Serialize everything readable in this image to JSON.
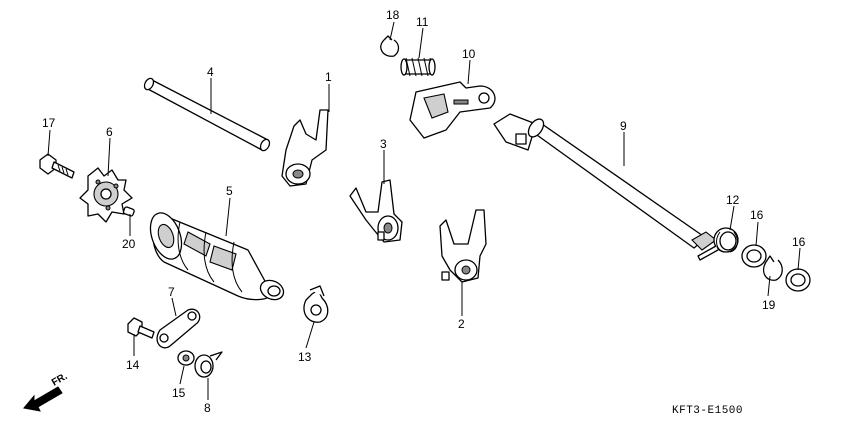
{
  "diagram_code": "KFT3-E1500",
  "direction_label": "FR.",
  "callouts": {
    "c1": "1",
    "c2": "2",
    "c3": "3",
    "c4": "4",
    "c5": "5",
    "c6": "6",
    "c7": "7",
    "c8": "8",
    "c9": "9",
    "c10": "10",
    "c11": "11",
    "c12": "12",
    "c13": "13",
    "c14": "14",
    "c15": "15",
    "c16a": "16",
    "c16b": "16",
    "c17": "17",
    "c18": "18",
    "c19": "19",
    "c20": "20"
  }
}
